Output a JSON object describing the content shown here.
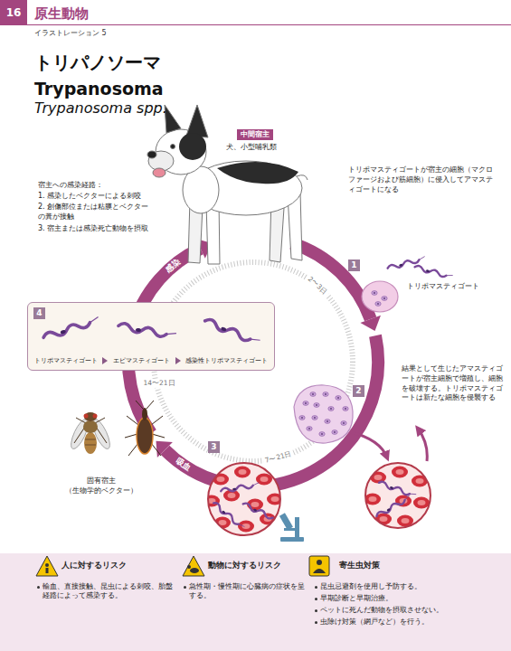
{
  "diagram": {
    "title": "トリパノソーマ",
    "nodes": [
      {
        "text": [
          "16"
        ]
      },
      {
        "text": [
          "中間宿主"
        ]
      },
      {
        "text": [
          "1"
        ]
      },
      {
        "text": [
          "トリポマスティゴート",
          "エピマスティゴート",
          "感染性トリポマスティゴート"
        ]
      },
      {
        "text": [
          "4"
        ],
        "in": 3
      },
      {
        "text": [
          "2"
        ]
      },
      {
        "text": [
          "3"
        ]
      },
      {
        "text": [
          "人に対するリスク",
          "輸血、直接接触、昆虫による刺咬、胎盤経路によって感染する。",
          "動物に対するリスク",
          "急性期・慢性期に心臓病の症状を呈する。",
          "寄生虫対策",
          "昆虫忌避剤を使用し予防する。",
          "早期診断と早期治療。",
          "ペットに死んだ動物を摂取させない。",
          "虫除け対策（網戸など）を行う。"
        ]
      }
    ],
    "labels": [
      "原生動物",
      "イラストレーション 5",
      "Trypanosoma",
      "Trypanosoma spp.",
      "犬、小型哺乳類",
      "宿主への感染経路：",
      "1. 感染したベクターによる刺咬",
      "2. 創傷部位または粘膜とベクターの糞が接触",
      "3. 宿主または感染死亡動物を摂取",
      "感染",
      "トリポマスティゴートが宿主の細胞（マクロファージおよび筋細胞）に侵入してアマスティゴートになる",
      "2〜3日",
      "トリポマスティゴート",
      "14〜21日",
      "結果として生じたアマスティゴートが宿主細胞で増殖し、細胞を破壊する。トリポマスティゴートは新たな細胞を侵襲する",
      "7〜21日",
      "吸血",
      "固有宿主 （生物学的ベクター）"
    ]
  }
}
